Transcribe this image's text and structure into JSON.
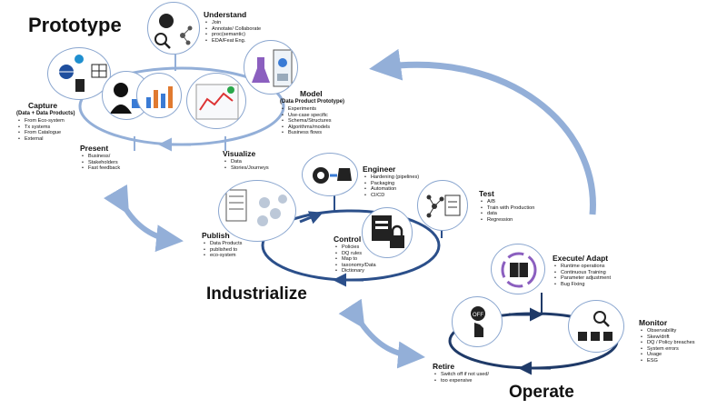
{
  "phases": {
    "prototype": "Prototype",
    "industrialize": "Industrialize",
    "operate": "Operate"
  },
  "stages": {
    "understand": {
      "title": "Understand",
      "items": [
        "Join",
        "Annotate/ Collaborate",
        "proc(semantic)",
        "EDA/Feat Eng."
      ]
    },
    "model": {
      "title": "Model",
      "subtitle": "(Data Product Prototype)",
      "items": [
        "Experiments",
        "Use-case specific",
        "Schema/Structures",
        "Algorithms/models",
        "Business flows"
      ]
    },
    "capture": {
      "title": "Capture",
      "subtitle": "(Data + Data Products)",
      "items": [
        "From Eco-system",
        "Tx systems",
        "From Catalogue",
        "External"
      ]
    },
    "present": {
      "title": "Present",
      "items": [
        "Business/",
        "Stakeholders",
        "Fast feedback"
      ]
    },
    "visualize": {
      "title": "Visualize",
      "items": [
        "Data",
        "Stories/Journeys"
      ]
    },
    "engineer": {
      "title": "Engineer",
      "items": [
        "Hardening (pipelines)",
        "Packaging",
        "Automation",
        "CI/CD"
      ]
    },
    "test": {
      "title": "Test",
      "items": [
        "A/B",
        "Train with Production",
        "data",
        "Regression"
      ]
    },
    "publish": {
      "title": "Publish",
      "items": [
        "Data Products",
        "published to",
        "eco-system"
      ]
    },
    "control": {
      "title": "Control",
      "items": [
        "Policies",
        "DQ rules",
        "Map to",
        "taxonomy/Data",
        "Dictionary"
      ]
    },
    "execute": {
      "title": "Execute/ Adapt",
      "items": [
        "Runtime operations",
        "Continuous Training",
        "Parameter adjustment",
        "Bug Fixing"
      ]
    },
    "monitor": {
      "title": "Monitor",
      "items": [
        "Observability",
        "Skew/drift",
        "DQ / Policy breaches",
        "System errors",
        "Usage",
        "ESG"
      ]
    },
    "retire": {
      "title": "Retire",
      "items": [
        "Switch off if not used/",
        "too expensive"
      ]
    }
  },
  "colors": {
    "prototype_ring": "#93afd8",
    "industrialize_ring": "#2b4f8a",
    "operate_ring": "#1f3a68",
    "connector_arrow": "#93afd8",
    "node_border": "#8aa6cf"
  },
  "icons": {
    "understand": "data-explore-icon",
    "model": "lab-flask-icon",
    "capture": "data-sources-icon",
    "present": "presenter-icon",
    "visualize": "dashboard-icon",
    "engineer": "gear-package-icon",
    "test": "test-network-icon",
    "publish": "catalog-icon",
    "control": "lock-document-icon",
    "execute": "continuous-training-icon",
    "monitor": "monitor-search-icon",
    "retire": "switch-off-icon"
  }
}
